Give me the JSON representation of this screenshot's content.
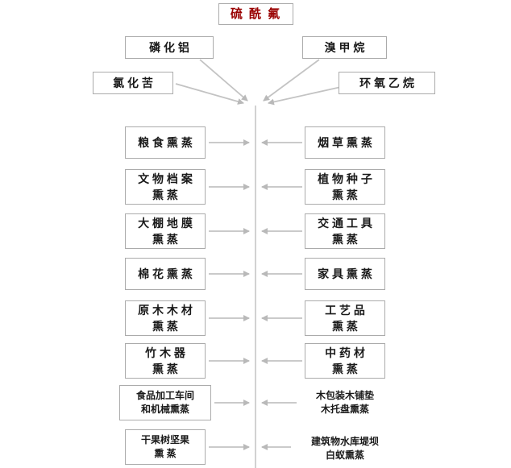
{
  "colors": {
    "title_text": "#990000",
    "body_text": "#1a1a1a",
    "box_border": "#ababab",
    "connector": "#c0c0c0",
    "background": "#ffffff"
  },
  "title": {
    "label": "硫 酰 氟"
  },
  "fumigants": {
    "aluminum_phosphide": {
      "label": "磷 化 铝"
    },
    "methyl_bromide": {
      "label": "溴 甲 烷"
    },
    "chloropicrin": {
      "label": "氯 化 苦"
    },
    "ethylene_oxide": {
      "label": "环 氧 乙 烷"
    }
  },
  "applications": {
    "left": [
      {
        "line1": "粮 食 熏 蒸",
        "line2": ""
      },
      {
        "line1": "文 物 档 案",
        "line2": "熏 蒸"
      },
      {
        "line1": "大 棚 地 膜",
        "line2": "熏 蒸"
      },
      {
        "line1": "棉 花 熏 蒸",
        "line2": ""
      },
      {
        "line1": "原 木 木 材",
        "line2": "熏 蒸"
      },
      {
        "line1": "竹 木 器",
        "line2": "熏 蒸"
      },
      {
        "line1": "食品加工车间",
        "line2": "和机械熏蒸"
      },
      {
        "line1": "干果树坚果",
        "line2": "熏 蒸"
      }
    ],
    "right": [
      {
        "line1": "烟 草 熏 蒸",
        "line2": ""
      },
      {
        "line1": "植 物 种 子",
        "line2": "熏 蒸"
      },
      {
        "line1": "交 通 工 具",
        "line2": "熏 蒸"
      },
      {
        "line1": "家 具 熏 蒸",
        "line2": ""
      },
      {
        "line1": "工 艺 品",
        "line2": "熏 蒸"
      },
      {
        "line1": "中 药 材",
        "line2": "熏 蒸"
      },
      {
        "line1": "木包装木铺垫",
        "line2": "木托盘熏蒸"
      },
      {
        "line1": "建筑物水库堤坝",
        "line2": "白蚁熏蒸"
      }
    ]
  }
}
